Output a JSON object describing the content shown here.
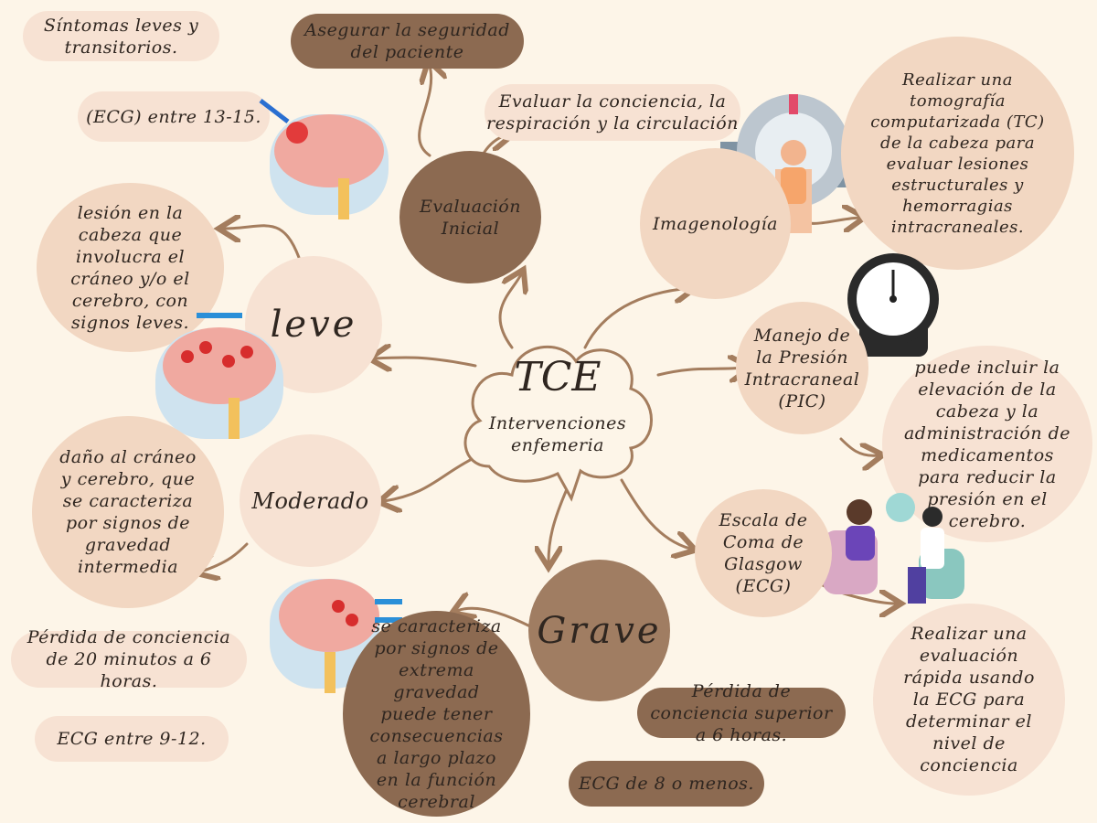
{
  "center": {
    "title": "TCE",
    "subtitle": "Intervenciones enfemeria"
  },
  "top": {
    "evaluacion": "Evaluación Inicial",
    "asegurar": "Asegurar la seguridad del paciente",
    "evaluar": "Evaluar la conciencia, la respiración y la circulación"
  },
  "right": {
    "imagenologia": "Imagenología",
    "tc": "Realizar una tomografía computarizada (TC) de la cabeza para evaluar lesiones estructurales y hemorragias intracraneales.",
    "pic": "Manejo de la Presión Intracraneal (PIC)",
    "pic_desc": "puede incluir la elevación de la cabeza y la administración de medicamentos para reducir la presión en el cerebro.",
    "glasgow": "Escala de Coma de Glasgow (ECG)",
    "glasgow_desc": "Realizar una evaluación rápida usando la ECG para determinar el nivel de conciencia"
  },
  "leve": {
    "title": "leve",
    "desc": "lesión en la cabeza que involucra el cráneo y/o el cerebro, con signos leves.",
    "sintomas": "Síntomas leves y transitorios.",
    "ecg": "(ECG) entre 13-15."
  },
  "moderado": {
    "title": "Moderado",
    "desc": "daño al cráneo y cerebro, que se caracteriza por signos de gravedad intermedia",
    "perdida": "Pérdida de conciencia de 20 minutos a 6 horas.",
    "ecg": "ECG entre 9-12."
  },
  "grave": {
    "title": "Grave",
    "desc": "se caracteriza por signos de extrema gravedad puede tener consecuencias a largo plazo en la función cerebral",
    "perdida": "Pérdida de conciencia superior a 6 horas.",
    "ecg": "ECG de 8 o menos."
  },
  "colors": {
    "background": "#fdf5e8",
    "peach": "#f2d7c2",
    "brown": "#a07d62",
    "arrow": "#a47d5e"
  }
}
